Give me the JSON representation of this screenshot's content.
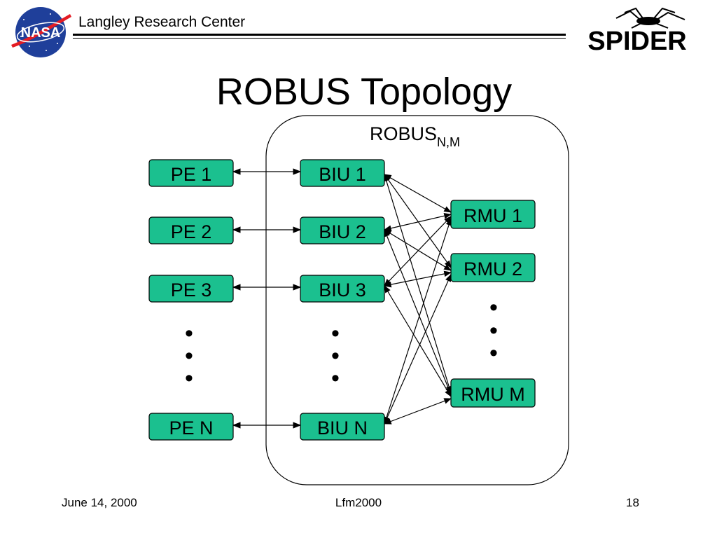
{
  "header": {
    "org": "Langley Research Center",
    "nasa_logo_text": "NASA",
    "spider_logo_text": "SPIDER"
  },
  "title": "ROBUS Topology",
  "diagram": {
    "robus_label": "ROBUS",
    "robus_subscript": "N,M",
    "pe_nodes": [
      "PE 1",
      "PE 2",
      "PE 3",
      "PE N"
    ],
    "biu_nodes": [
      "BIU 1",
      "BIU 2",
      "BIU 3",
      "BIU N"
    ],
    "rmu_nodes": [
      "RMU 1",
      "RMU 2",
      "RMU M"
    ],
    "ellipsis": "•",
    "node_fill": "#1bc08f",
    "node_stroke": "#000000"
  },
  "footer": {
    "date": "June 14, 2000",
    "center": "Lfm2000",
    "page": "18"
  }
}
